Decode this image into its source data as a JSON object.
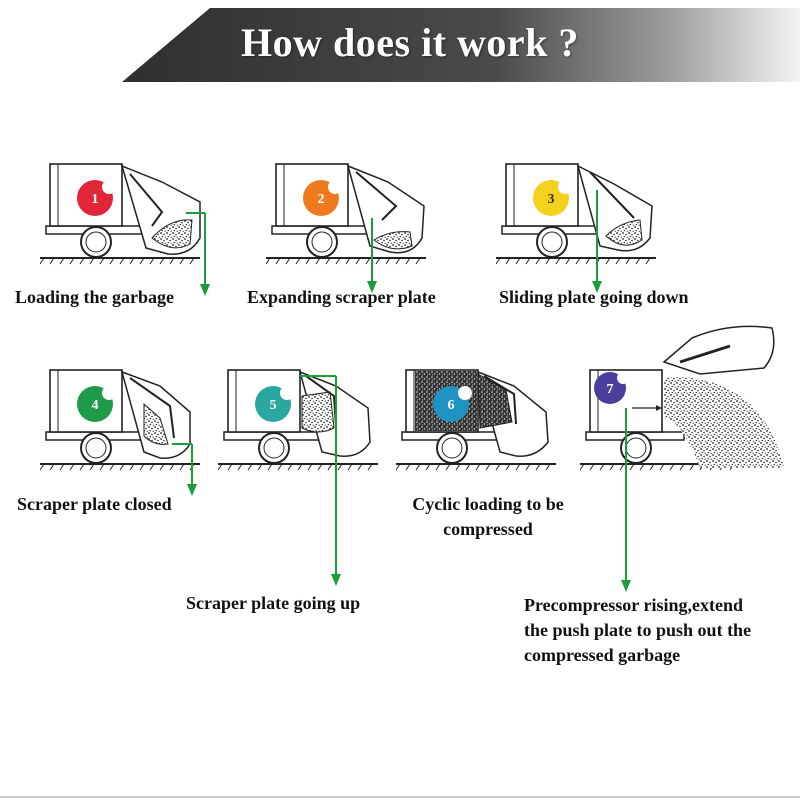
{
  "header": {
    "title": "How does it work ?"
  },
  "colors": {
    "banner_dark": "#3d3d3d",
    "banner_light": "#f2f2f2",
    "arrow": "#1c9c3c",
    "text": "#111111"
  },
  "steps": [
    {
      "number": "1",
      "label": "Loading the garbage",
      "badge_color": "#e2263a"
    },
    {
      "number": "2",
      "label": "Expanding scraper plate",
      "badge_color": "#ee7a1d"
    },
    {
      "number": "3",
      "label": "Sliding plate going down",
      "badge_color": "#f3d21e"
    },
    {
      "number": "4",
      "label": "Scraper plate closed",
      "badge_color": "#1f9a48"
    },
    {
      "number": "5",
      "label": "Scraper plate going up",
      "badge_color": "#2aa7a0"
    },
    {
      "number": "6",
      "label_line1": "Cyclic loading to be",
      "label_line2": "compressed",
      "badge_color": "#1e93c4"
    },
    {
      "number": "7",
      "label_line1": "Precompressor rising,extend",
      "label_line2": "the push plate to push out the",
      "label_line3": "compressed garbage",
      "badge_color": "#4b3f9e"
    }
  ]
}
